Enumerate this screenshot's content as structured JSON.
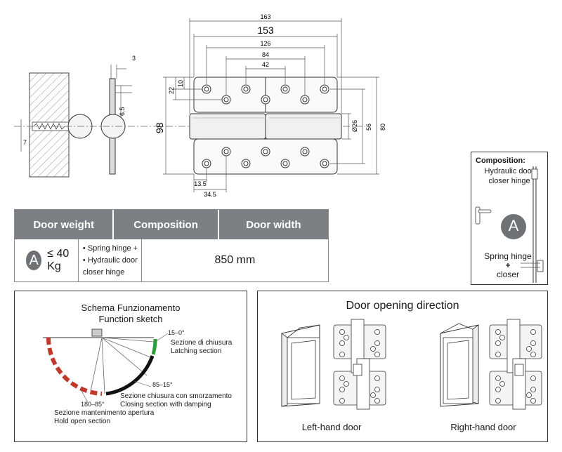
{
  "drawing": {
    "dim_163": "163",
    "dim_153": "153",
    "dim_126": "126",
    "dim_84": "84",
    "dim_42": "42",
    "dim_3": "3",
    "dim_22": "22",
    "dim_10": "10",
    "dim_6_5": "6.5",
    "dim_7": "7",
    "dim_98": "98",
    "dim_26": "Ø26",
    "dim_56": "56",
    "dim_80": "80",
    "dim_13_5": "13.5",
    "dim_34_5": "34.5"
  },
  "spec_table": {
    "headers": [
      "Door weight",
      "Composition",
      "Door width"
    ],
    "badge": "A",
    "weight": "≤ 40 Kg",
    "composition": [
      "• Spring hinge +",
      "• Hydraulic door closer hinge"
    ],
    "door_width": "850 mm"
  },
  "composition_box": {
    "title": "Composition:",
    "subtitle_line1": "Hydraulic door",
    "subtitle_line2": "closer hinge",
    "badge": "A",
    "label_line1": "Spring hinge",
    "label_plus": "+",
    "label_line2": "closer"
  },
  "function_panel": {
    "title_line1": "Schema Funzionamento",
    "title_line2": "Function sketch",
    "angle_latching": "15–0°",
    "latching_it": "Sezione di chiusura",
    "latching_en": "Latching section",
    "angle_damping": "85–15°",
    "damping_it": "Sezione chiusura con smorzamento",
    "damping_en": "Closing section with damping",
    "angle_hold": "180–85°",
    "hold_it": "Sezione mantenimento apertura",
    "hold_en": "Hold open section",
    "colors": {
      "latching": "#2e9e3a",
      "damping": "#111111",
      "hold": "#c0392b"
    }
  },
  "direction_panel": {
    "title": "Door opening direction",
    "left_label": "Left-hand door",
    "right_label": "Right-hand door"
  }
}
